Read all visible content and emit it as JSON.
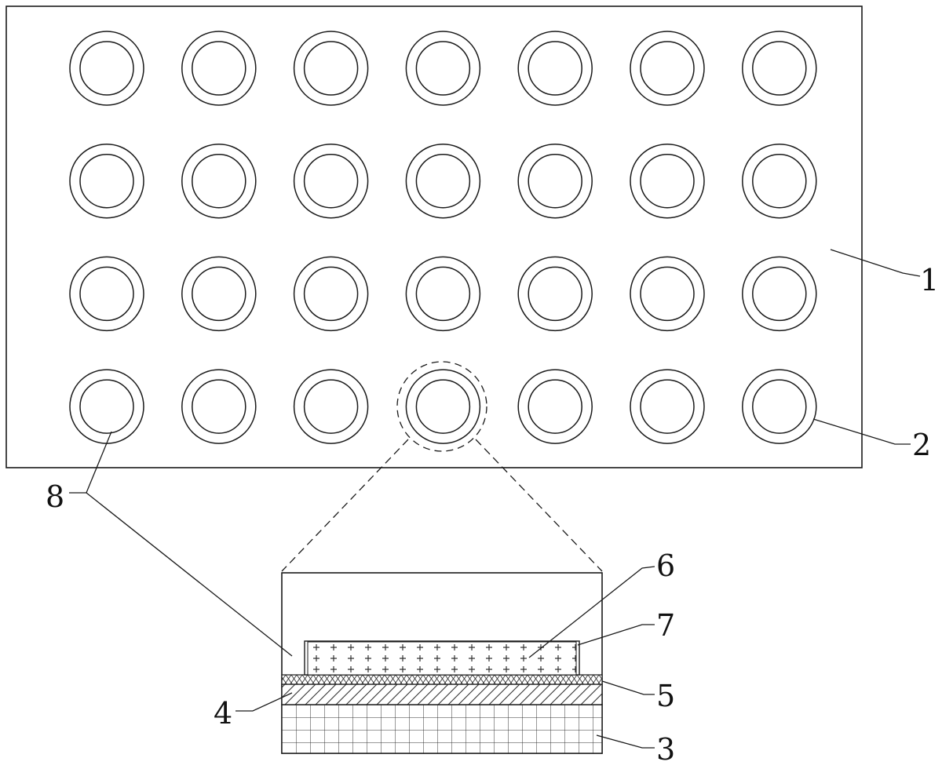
{
  "colors": {
    "stroke": "#1a1a1a",
    "background": "#ffffff"
  },
  "labels": {
    "panel": "1",
    "ring": "2",
    "substrate": "3",
    "layer_4": "4",
    "layer_5": "5",
    "top_layer": "6",
    "side_wall": "7",
    "ring_group": "8"
  },
  "grid": {
    "rows": 4,
    "columns": 7,
    "highlighted_ring": {
      "row": 4,
      "column": 4
    }
  }
}
